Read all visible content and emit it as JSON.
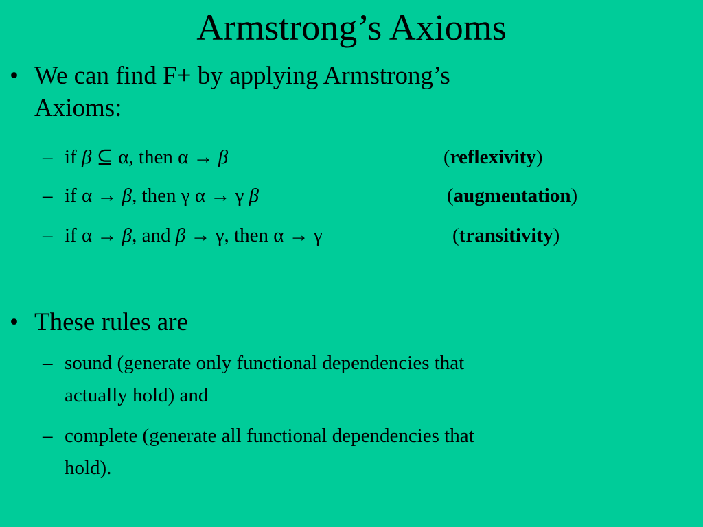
{
  "title": "Armstrong’s Axioms",
  "bullets": [
    {
      "line1": "We can find F+ by applying Armstrong’s",
      "line2": "Axioms:",
      "items": [
        {
          "text_parts": [
            "if ",
            "β",
            " ⊆ α, then α → ",
            "β"
          ],
          "label": "reflexivity"
        },
        {
          "text_parts": [
            "if α → ",
            "β",
            ", then γ α →  γ ",
            "β"
          ],
          "label": "augmentation"
        },
        {
          "text_parts": [
            "if α → ",
            "β",
            ", and ",
            "β",
            " → γ, then α →  γ"
          ],
          "label": "transitivity"
        }
      ]
    },
    {
      "line1": "These rules are",
      "items": [
        {
          "line1": "sound (generate only functional dependencies that",
          "line2": "actually hold) and"
        },
        {
          "line1": "complete (generate all functional dependencies that",
          "line2": "hold)."
        }
      ]
    }
  ],
  "bullet_glyph": "•",
  "dash_glyph": "–",
  "colors": {
    "background": "#00cc99",
    "text": "#000000"
  }
}
